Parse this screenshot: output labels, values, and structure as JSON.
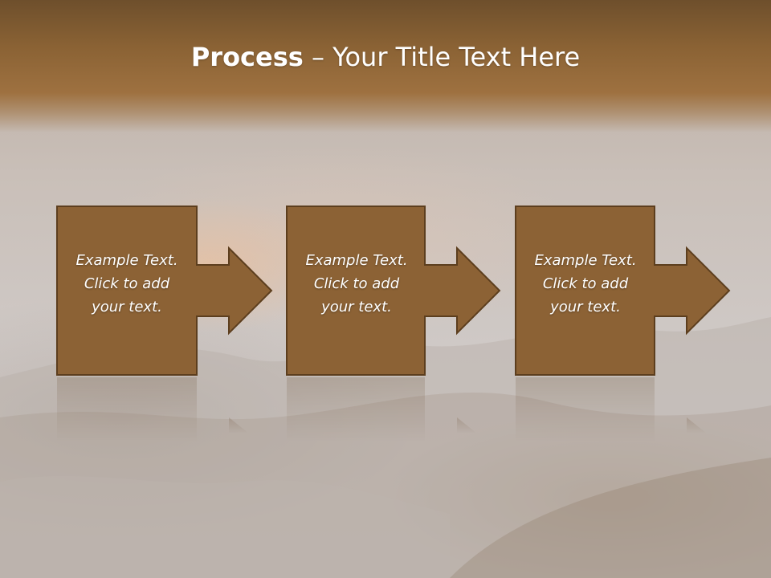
{
  "slide": {
    "title_bold": "Process",
    "title_rest": " – Your Title Text Here"
  },
  "steps": [
    {
      "lines": [
        "Example Text.",
        "Click  to add",
        "your text."
      ]
    },
    {
      "lines": [
        "Example Text.",
        "Click  to add",
        "your text."
      ]
    },
    {
      "lines": [
        "Example Text.",
        "Click  to add",
        "your text."
      ]
    }
  ],
  "colors": {
    "box_fill": "#8c6235",
    "box_stroke": "#5c3e1e",
    "header": "#8a6234"
  }
}
